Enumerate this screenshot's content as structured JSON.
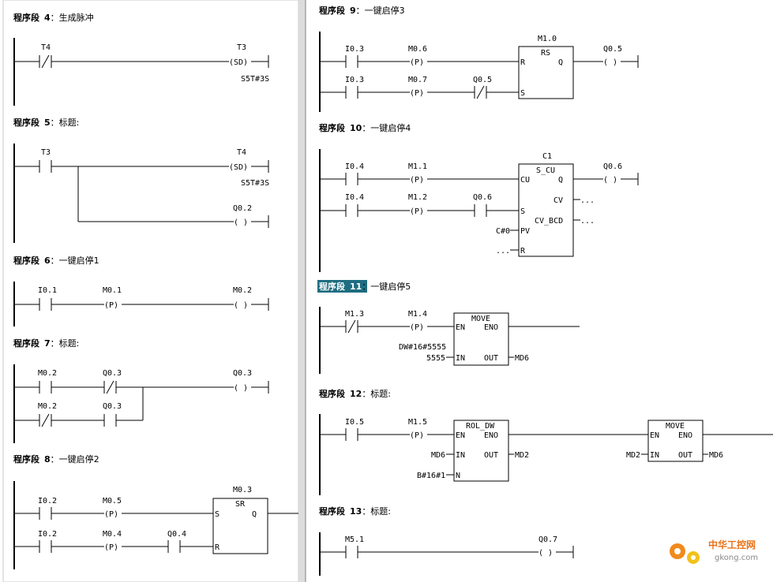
{
  "left_panel": {
    "networks": [
      {
        "prefix": "程序段",
        "number": "4",
        "title": "：生成脉冲"
      },
      {
        "prefix": "程序段",
        "number": "5",
        "title": "：标题:"
      },
      {
        "prefix": "程序段",
        "number": "6",
        "title": "：一键启停1"
      },
      {
        "prefix": "程序段",
        "number": "7",
        "title": "：标题:"
      },
      {
        "prefix": "程序段",
        "number": "8",
        "title": "：一键启停2"
      }
    ],
    "n4": {
      "contact": "T4",
      "coil": "T3",
      "coil_type": "(SD)",
      "time": "S5T#3S"
    },
    "n5": {
      "contact": "T3",
      "coil": "T4",
      "coil_type": "(SD)",
      "time": "S5T#3S",
      "coil2": "Q0.2",
      "coil2_type": "( )"
    },
    "n6": {
      "contact": "I0.1",
      "edge": "M0.1",
      "edge_type": "(P)",
      "coil": "M0.2",
      "coil_type": "( )"
    },
    "n7": {
      "c1": "M0.2",
      "c2": "Q0.3",
      "c3": "M0.2",
      "c4": "Q0.3",
      "coil": "Q0.3",
      "coil_type": "( )"
    },
    "n8": {
      "c1": "I0.2",
      "e1": "M0.5",
      "c2": "I0.2",
      "e2": "M0.4",
      "c3": "Q0.4",
      "edge_type": "(P)",
      "block_addr": "M0.3",
      "block": "SR",
      "pin_s": "S",
      "pin_q": "Q",
      "pin_r": "R"
    }
  },
  "right_panel": {
    "networks": [
      {
        "prefix": "程序段",
        "number": "9",
        "title": "：一键启停3"
      },
      {
        "prefix": "程序段",
        "number": "10",
        "title": "：一键启停4"
      },
      {
        "prefix": "程序段",
        "number": "11",
        "title": "：一键启停5"
      },
      {
        "prefix": "程序段",
        "number": "12",
        "title": "：标题:"
      },
      {
        "prefix": "程序段",
        "number": "13",
        "title": "：标题:"
      }
    ],
    "n9": {
      "c1": "I0.3",
      "e1": "M0.6",
      "c2": "I0.3",
      "e2": "M0.7",
      "c3": "Q0.5",
      "edge_type": "(P)",
      "block_addr": "M1.0",
      "block": "RS",
      "pin_r": "R",
      "pin_q": "Q",
      "pin_s": "S",
      "coil": "Q0.5",
      "coil_type": "( )"
    },
    "n10": {
      "c1": "I0.4",
      "e1": "M1.1",
      "c2": "I0.4",
      "e2": "M1.2",
      "c3": "Q0.6",
      "edge_type": "(P)",
      "block_addr": "C1",
      "block": "S_CU",
      "pin_cu": "CU",
      "pin_q": "Q",
      "pin_s": "S",
      "pin_cv": "CV",
      "pin_cvbcd": "CV_BCD",
      "pin_pv": "PV",
      "pin_r": "R",
      "pv_val": "C#0",
      "r_val": "...",
      "cv_val": "...",
      "cvbcd_val": "...",
      "coil": "Q0.6",
      "coil_type": "( )"
    },
    "n11": {
      "c1": "M1.3",
      "e1": "M1.4",
      "edge_type": "(P)",
      "block": "MOVE",
      "pin_en": "EN",
      "pin_eno": "ENO",
      "pin_in": "IN",
      "pin_out": "OUT",
      "in_val1": "DW#16#5555",
      "in_val2": "5555",
      "out_val": "MD6"
    },
    "n12": {
      "c1": "I0.5",
      "e1": "M1.5",
      "edge_type": "(P)",
      "block1": "ROL_DW",
      "pin_en": "EN",
      "pin_eno": "ENO",
      "pin_in": "IN",
      "pin_out": "OUT",
      "pin_n": "N",
      "in1": "MD6",
      "out1": "MD2",
      "n_val": "B#16#1",
      "block2": "MOVE",
      "in2": "MD2",
      "out2": "MD6"
    },
    "n13": {
      "c1": "M5.1",
      "coil": "Q0.7",
      "coil_type": "( )"
    }
  },
  "watermark": {
    "text": "中华工控网",
    "url": "gkong.com"
  }
}
